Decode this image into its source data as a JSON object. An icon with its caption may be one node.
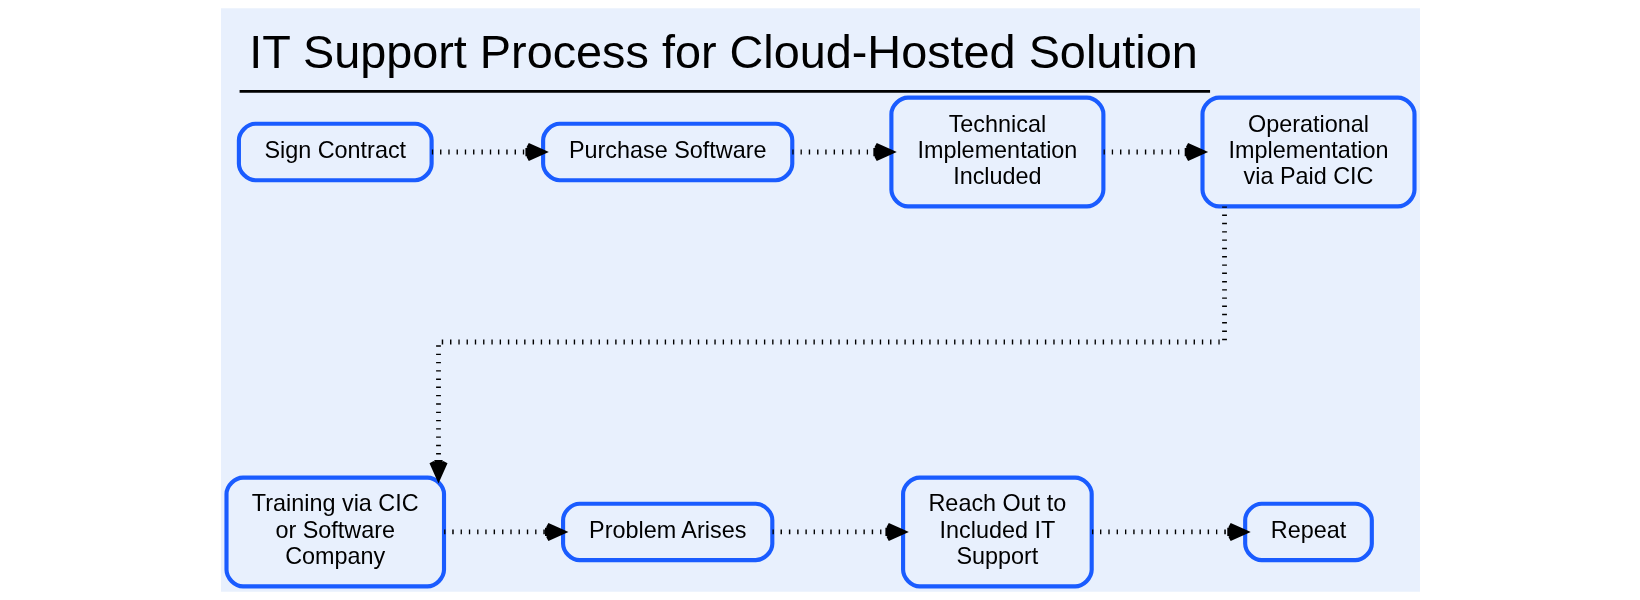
{
  "diagram": {
    "title": "IT Support Process for Cloud-Hosted Solution",
    "nodes": [
      {
        "text": [
          "Sign Contract"
        ]
      },
      {
        "text": [
          "Purchase Software"
        ]
      },
      {
        "text": [
          "Technical Implementation Included"
        ]
      },
      {
        "text": [
          "Operational Implementation via Paid CIC"
        ]
      },
      {
        "text": [
          "Training via CIC or Software Company"
        ]
      },
      {
        "text": [
          "Problem Arises"
        ]
      },
      {
        "text": [
          "Reach Out to Included IT Support"
        ]
      },
      {
        "text": [
          "Repeat"
        ]
      }
    ],
    "edges": [
      {
        "from": 0,
        "to": 1,
        "arrow": "to",
        "style": "dashed"
      },
      {
        "from": 1,
        "to": 2,
        "arrow": "to",
        "style": "dashed"
      },
      {
        "from": 2,
        "to": 3,
        "arrow": "to",
        "style": "dashed"
      },
      {
        "from": 3,
        "to": 4,
        "arrow": "to",
        "style": "dashed"
      },
      {
        "from": 4,
        "to": 5,
        "arrow": "to",
        "style": "dashed"
      },
      {
        "from": 5,
        "to": 6,
        "arrow": "to",
        "style": "dashed"
      },
      {
        "from": 6,
        "to": 7,
        "arrow": "to",
        "style": "dashed"
      }
    ]
  }
}
